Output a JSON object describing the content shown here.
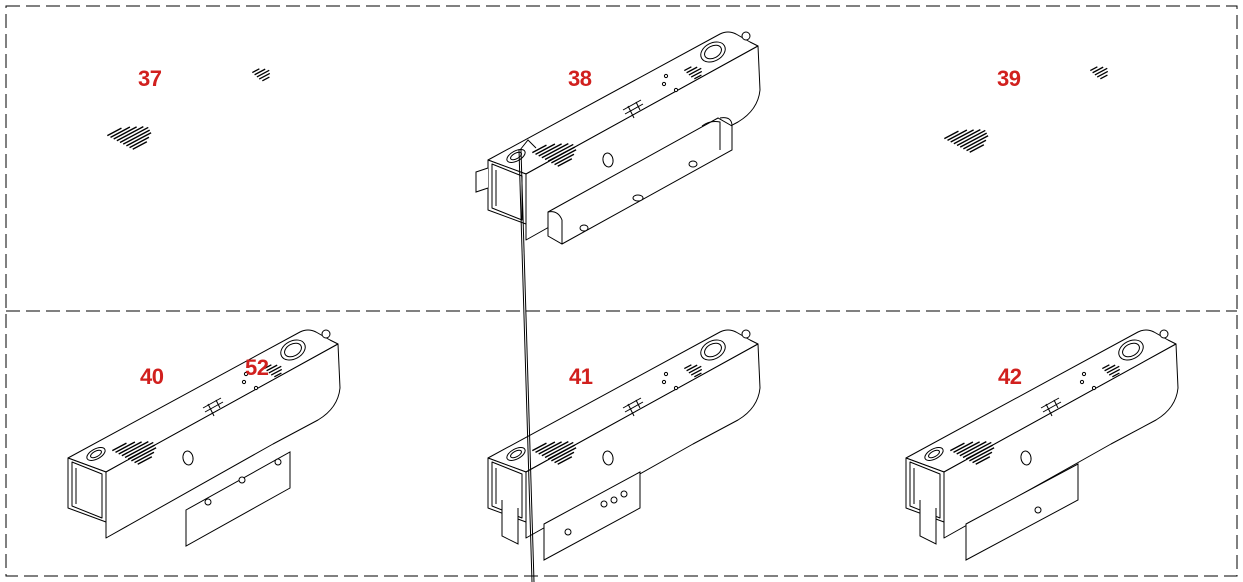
{
  "sheet": {
    "line_color": "#000000",
    "callout_color": "#d1201e",
    "callouts": {
      "c37": "37",
      "c38": "38",
      "c39": "39",
      "c40": "40",
      "c41": "41",
      "c42": "42",
      "c52": "52"
    }
  }
}
